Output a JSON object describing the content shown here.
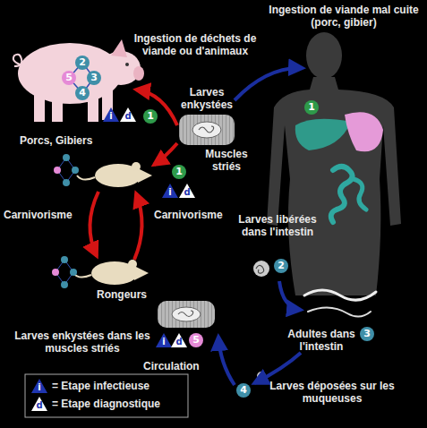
{
  "diagram": {
    "labels": [
      "Ingestion de viande mal cuite (porc, gibier)",
      "Ingestion de déchets de viande ou d'animaux",
      "Larves enkystées",
      "Muscles striés",
      "Porcs, Gibiers",
      "Carnivorisme",
      "Carnivorisme",
      "Rongeurs",
      "Larves libérées dans l'intestin",
      "Adultes dans l'intestin",
      "Larves déposées sur les muqueuses",
      "Larves enkystées dans les muscles striés",
      "Circulation",
      "2",
      "3",
      "5",
      "4",
      "i",
      "d",
      "1",
      "1",
      "i",
      "d",
      "1",
      "2",
      "3",
      "4",
      "i",
      "d",
      "5",
      "i",
      "d"
    ],
    "legend": [
      {
        "text": "= Etape infectieuse"
      },
      {
        "text": "= Etape diagnostique"
      }
    ]
  }
}
